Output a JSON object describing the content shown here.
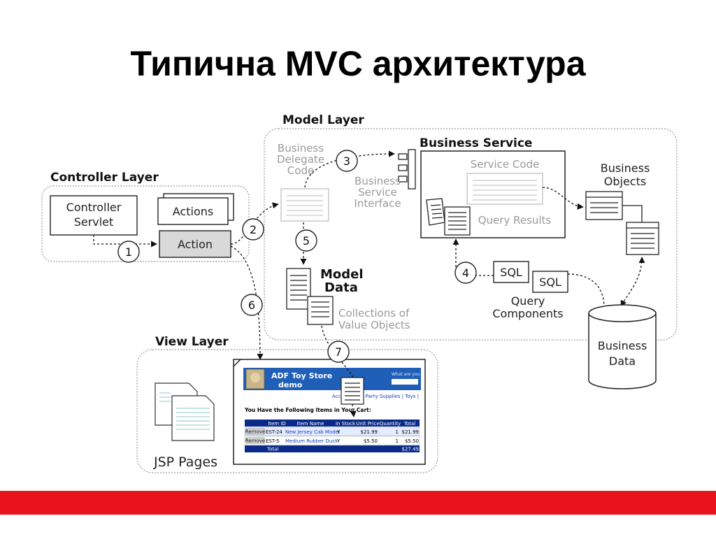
{
  "title": "Типична MVC архитектура",
  "layers": {
    "model": "Model Layer",
    "controller": "Controller Layer",
    "view": "View Layer",
    "business_service": "Business Service"
  },
  "boxes": {
    "controller_servlet": [
      "Controller",
      "Servlet"
    ],
    "actions": "Actions",
    "action": "Action",
    "sql": "SQL"
  },
  "labels": {
    "business_delegate": [
      "Business",
      "Delegate",
      "Code"
    ],
    "business_service_interface": [
      "Business",
      "Service",
      "Interface"
    ],
    "service_code": "Service Code",
    "query_results": "Query Results",
    "business_objects": [
      "Business",
      "Objects"
    ],
    "model_data": [
      "Model",
      "Data"
    ],
    "collections": [
      "Collections of",
      "Value Objects"
    ],
    "query_components": [
      "Query",
      "Components"
    ],
    "business_data": [
      "Business",
      "Data"
    ],
    "jsp_pages": "JSP Pages"
  },
  "steps": [
    "1",
    "2",
    "3",
    "4",
    "5",
    "6",
    "7"
  ],
  "jsp_preview": {
    "store_name": "ADF Toy Store",
    "store_sub": "demo",
    "search_hint": "What are you",
    "nav": "Accessories | Party Supplies | Toys |",
    "cart_heading": "You Have the Following Items in Your Cart:",
    "columns": [
      "Item ID",
      "Item Name",
      "In Stock",
      "Unit Price",
      "Quantity",
      "Total"
    ],
    "rows": [
      [
        "Remove",
        "EST-24",
        "New Jersey Cab Model",
        "Y",
        "$21.99",
        "1",
        "$21.99"
      ],
      [
        "Remove",
        "EST-5",
        "Medium Rubber Duck",
        "Y",
        "$5.50",
        "1",
        "$5.50"
      ]
    ],
    "total_label": "Total",
    "total_value": "$27.49"
  },
  "colors": {
    "accent_bar": "#e8131b",
    "jsp_header": "#1f5fb8",
    "table_header": "#0a2a8a"
  }
}
